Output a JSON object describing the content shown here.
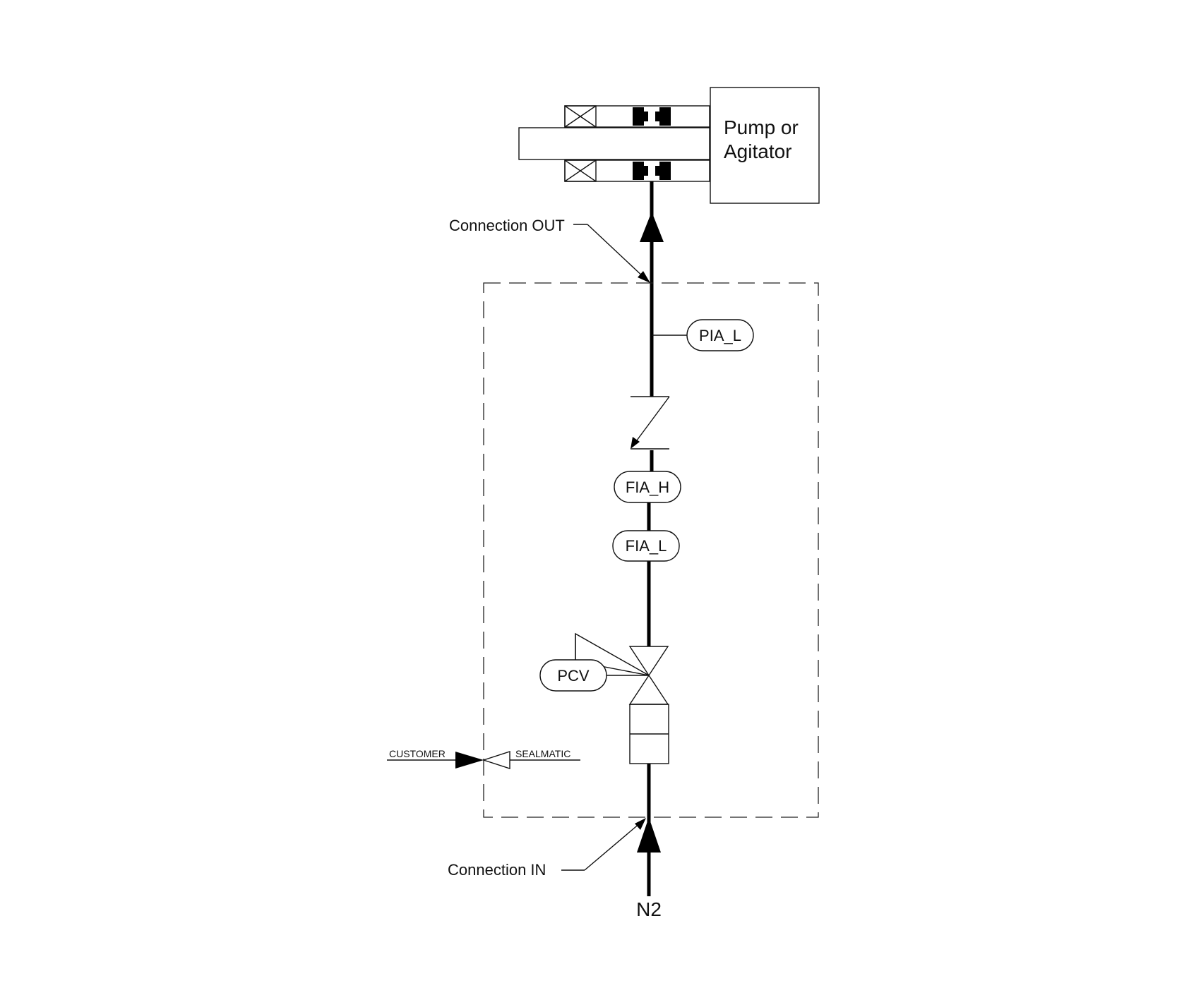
{
  "equipment": {
    "line1": "Pump or",
    "line2": "Agitator"
  },
  "connections": {
    "out_label": "Connection OUT",
    "in_label": "Connection IN"
  },
  "medium": "N2",
  "instruments": {
    "pia_l": "PIA_L",
    "fia_h": "FIA_H",
    "fia_l": "FIA_L",
    "pcv": "PCV"
  },
  "scope_legend": {
    "left": "CUSTOMER",
    "right": "SEALMATIC"
  }
}
